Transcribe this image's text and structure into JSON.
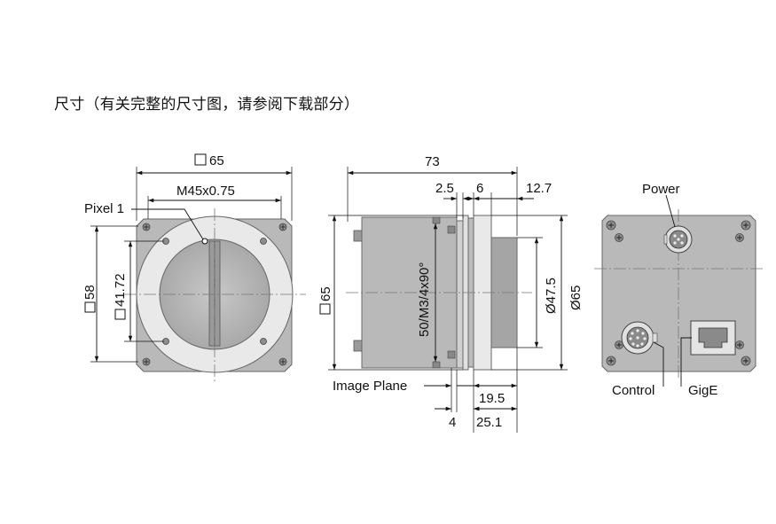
{
  "heading": "尺寸（有关完整的尺寸图，请参阅下载部分）",
  "front_view": {
    "width_dim": "65",
    "thread_dim": "M45x0.75",
    "pixel_label": "Pixel 1",
    "outer_height_dim": "58",
    "inner_height_dim": "41.72"
  },
  "side_view": {
    "length_dim": "73",
    "dim_2_5": "2.5",
    "dim_6": "6",
    "dim_12_7": "12.7",
    "height_dim": "65",
    "holes_dim": "50/M3/4x90°",
    "diameter_47_5": "Ø47.5",
    "diameter_65": "Ø65",
    "image_plane_label": "Image Plane",
    "dim_19_5": "19.5",
    "dim_4": "4",
    "dim_25_1": "25.1"
  },
  "back_view": {
    "power_label": "Power",
    "control_label": "Control",
    "gige_label": "GigE"
  },
  "icons": [
    "square-dimension-symbol",
    "diameter-symbol",
    "arrowhead"
  ]
}
